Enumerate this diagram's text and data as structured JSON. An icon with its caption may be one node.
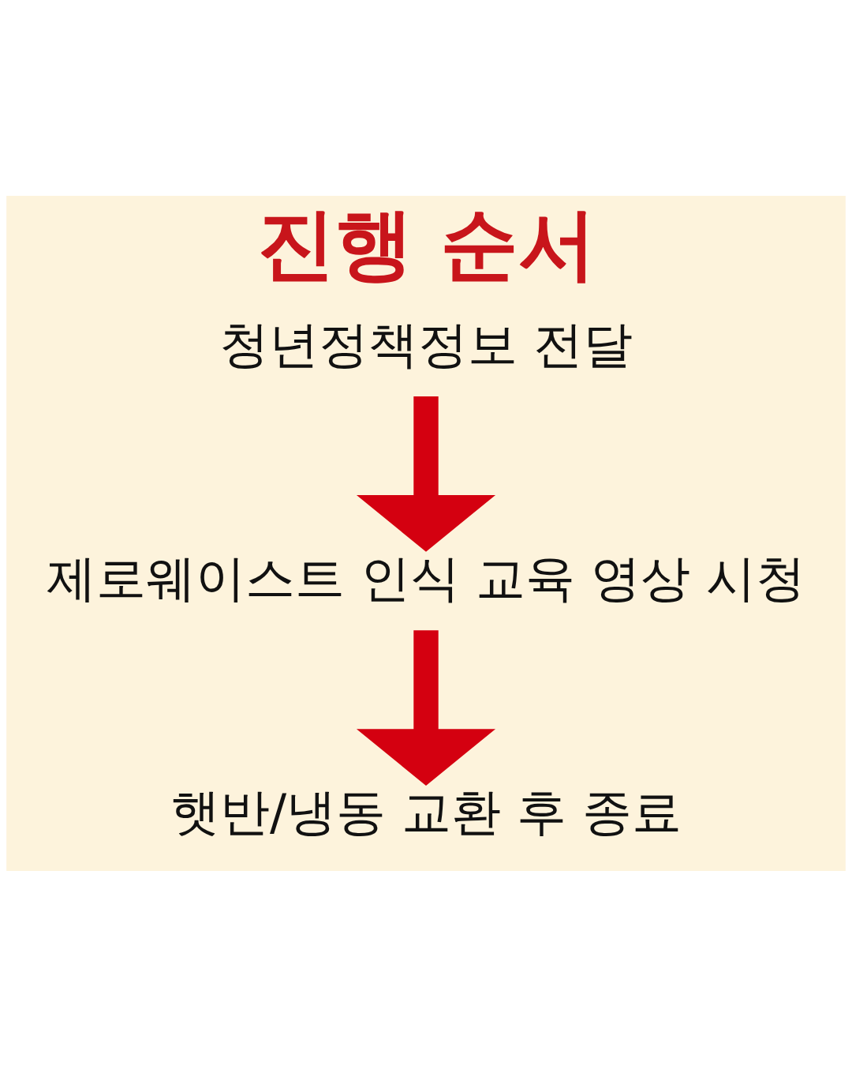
{
  "diagram": {
    "title": "진행 순서",
    "nodes": [
      {
        "text": [
          "청년정책정보 전달"
        ]
      },
      {
        "text": [
          "제로웨이스트 인식 교육 영상 시청"
        ]
      },
      {
        "text": [
          "햇반/냉동 교환 후 종료"
        ]
      }
    ],
    "edges": [
      {
        "from": 0,
        "to": 1,
        "arrow": "to"
      },
      {
        "from": 1,
        "to": 2,
        "arrow": "to"
      }
    ]
  }
}
